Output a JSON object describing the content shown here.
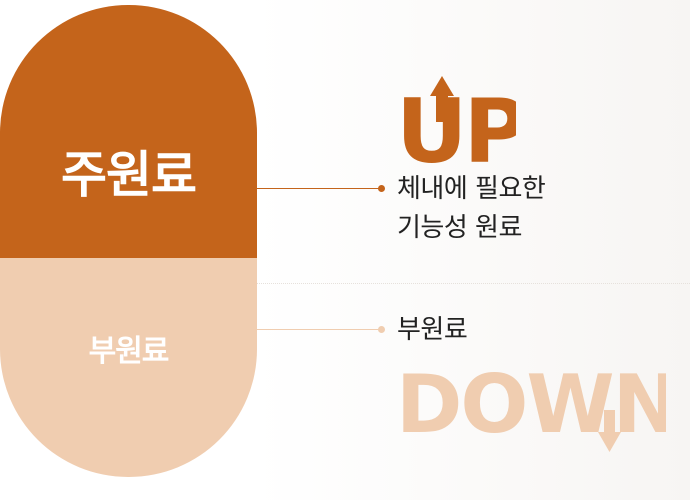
{
  "capsule": {
    "top_label": "주원료",
    "bottom_label": "부원료"
  },
  "up_section": {
    "word": "UP",
    "description_line1": "체내에 필요한",
    "description_line2": "기능성 원료"
  },
  "down_section": {
    "word": "DOWN",
    "description": "부원료"
  },
  "colors": {
    "primary": "#c4641b",
    "secondary": "#f0cdb0",
    "text": "#222222"
  },
  "icons": {
    "up": "arrow-up-icon",
    "down": "arrow-down-icon"
  }
}
